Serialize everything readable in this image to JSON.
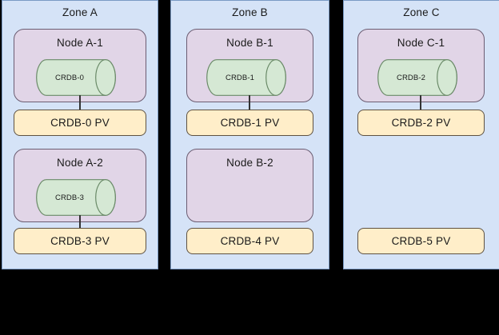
{
  "diagram": {
    "title_visible": false,
    "background_color": "#000000",
    "colors": {
      "zone_fill": "#d5e3f7",
      "zone_stroke": "#7a9ac4",
      "node_fill": "#e1d5e7",
      "node_stroke": "#6c5d72",
      "db_fill": "#d5e8d4",
      "db_stroke": "#6a8a68",
      "pv_fill": "#ffeec9",
      "pv_stroke": "#5e5242",
      "connector": "#333333"
    },
    "zones": [
      {
        "label": "Zone A",
        "nodes": [
          {
            "label": "Node A-1",
            "database": "CRDB-0",
            "has_database": true,
            "connected": true
          },
          {
            "label": "Node A-2",
            "database": "CRDB-3",
            "has_database": true,
            "connected": true
          }
        ],
        "volumes": [
          {
            "label": "CRDB-0 PV"
          },
          {
            "label": "CRDB-3 PV"
          }
        ]
      },
      {
        "label": "Zone B",
        "nodes": [
          {
            "label": "Node B-1",
            "database": "CRDB-1",
            "has_database": true,
            "connected": true
          },
          {
            "label": "Node B-2",
            "database": "",
            "has_database": false,
            "connected": false
          }
        ],
        "volumes": [
          {
            "label": "CRDB-1 PV"
          },
          {
            "label": "CRDB-4 PV"
          }
        ]
      },
      {
        "label": "Zone C",
        "nodes": [
          {
            "label": "Node C-1",
            "database": "CRDB-2",
            "has_database": true,
            "connected": true
          }
        ],
        "volumes": [
          {
            "label": "CRDB-2 PV"
          },
          {
            "label": "CRDB-5 PV"
          }
        ]
      }
    ]
  }
}
